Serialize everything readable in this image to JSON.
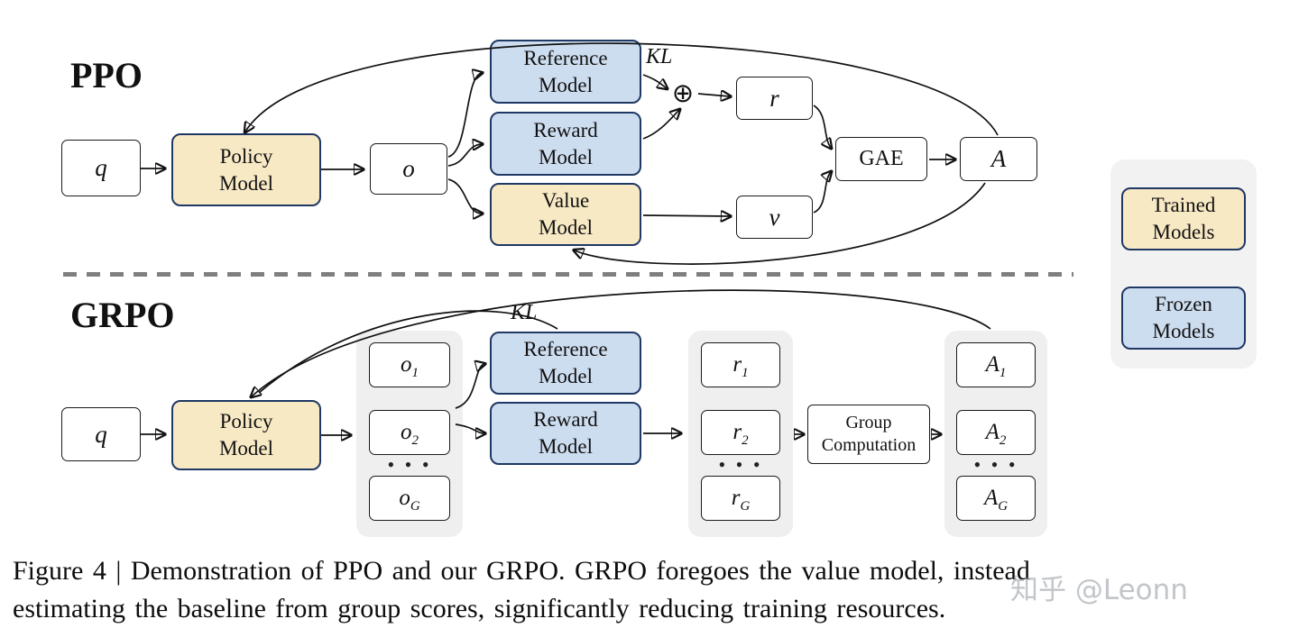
{
  "legend": {
    "trained_label": "Trained Models",
    "frozen_label": "Frozen Models"
  },
  "ppo": {
    "section_label": "PPO",
    "q": "q",
    "policy_model": "Policy Model",
    "o": "o",
    "reference_model": "Reference Model",
    "reward_model": "Reward Model",
    "value_model": "Value Model",
    "kl_label": "KL",
    "oplus": "⊕",
    "r": "r",
    "v": "v",
    "gae": "GAE",
    "a": "A"
  },
  "grpo": {
    "section_label": "GRPO",
    "q": "q",
    "policy_model": "Policy Model",
    "kl_label": "KL",
    "reference_model": "Reference Model",
    "reward_model": "Reward Model",
    "group_computation": "Group Computation",
    "ellipsis": "• • •",
    "outputs": [
      {
        "base": "o",
        "sub": "1"
      },
      {
        "base": "o",
        "sub": "2"
      },
      {
        "base": "o",
        "sub": "G"
      }
    ],
    "rewards": [
      {
        "base": "r",
        "sub": "1"
      },
      {
        "base": "r",
        "sub": "2"
      },
      {
        "base": "r",
        "sub": "G"
      }
    ],
    "advantages": [
      {
        "base": "A",
        "sub": "1"
      },
      {
        "base": "A",
        "sub": "2"
      },
      {
        "base": "A",
        "sub": "G"
      }
    ]
  },
  "caption": {
    "line1": "Figure 4 | Demonstration of PPO and our GRPO. GRPO foregoes the value model, instead",
    "line2": "estimating the baseline from group scores, significantly reducing training resources."
  },
  "watermark": "知乎 @Leonn",
  "colors": {
    "trained_fill": "#f8e9c5",
    "frozen_fill": "#cdddf0",
    "model_border": "#1f3864",
    "group_background": "#efefef",
    "divider_gray": "#7f7f7f"
  }
}
